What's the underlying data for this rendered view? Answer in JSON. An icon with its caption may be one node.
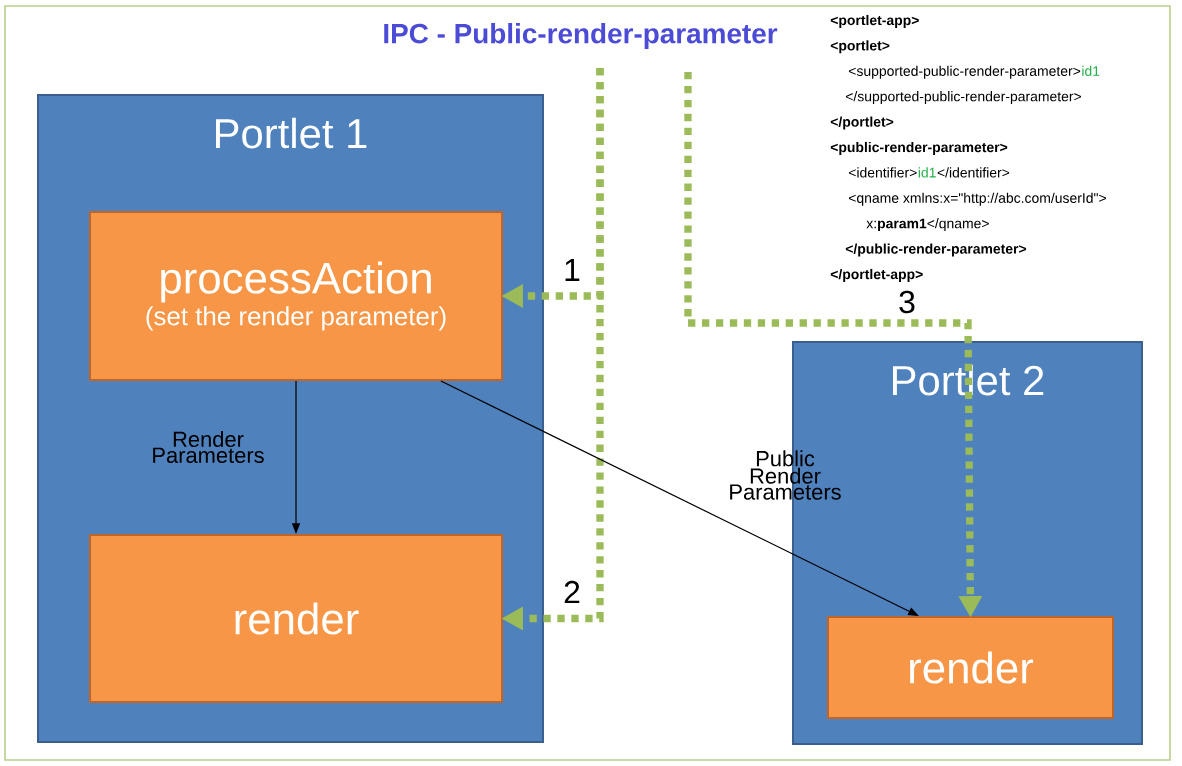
{
  "diagram": {
    "title": "IPC - Public-render-parameter",
    "nodes": [
      {
        "text": [
          "Portlet 1"
        ]
      },
      {
        "text": [
          "processAction",
          "(set the render parameter)"
        ],
        "in": 0
      },
      {
        "text": [
          "render"
        ],
        "in": 0
      },
      {
        "text": [
          "Portlet 2"
        ]
      },
      {
        "text": [
          "render"
        ],
        "in": 3
      }
    ],
    "edges": [
      {
        "from": null,
        "to": 1,
        "arrow": "to",
        "label": "1",
        "style": "dashed"
      },
      {
        "from": null,
        "to": 2,
        "arrow": "to",
        "label": "2",
        "style": "dashed"
      },
      {
        "from": null,
        "to": 4,
        "arrow": "to",
        "label": "3",
        "style": "dashed"
      },
      {
        "from": 1,
        "to": 2,
        "arrow": "to",
        "label": "Render Parameters",
        "color": "#000000"
      },
      {
        "from": 1,
        "to": 4,
        "arrow": "to",
        "label": "Public Render Parameters",
        "color": "#000000"
      }
    ],
    "labels": [
      "<portlet-app>",
      "<portlet>",
      "<supported-public-render-parameter>",
      "id1",
      "</supported-public-render-parameter>",
      "</portlet>",
      "<public-render-parameter>",
      "<identifier>",
      "id1",
      "</identifier>",
      "<qname xmlns:x=\"http://abc.com/userId\">",
      "x:**param1**</qname>",
      "</public-render-parameter>",
      "</portlet-app>"
    ]
  }
}
